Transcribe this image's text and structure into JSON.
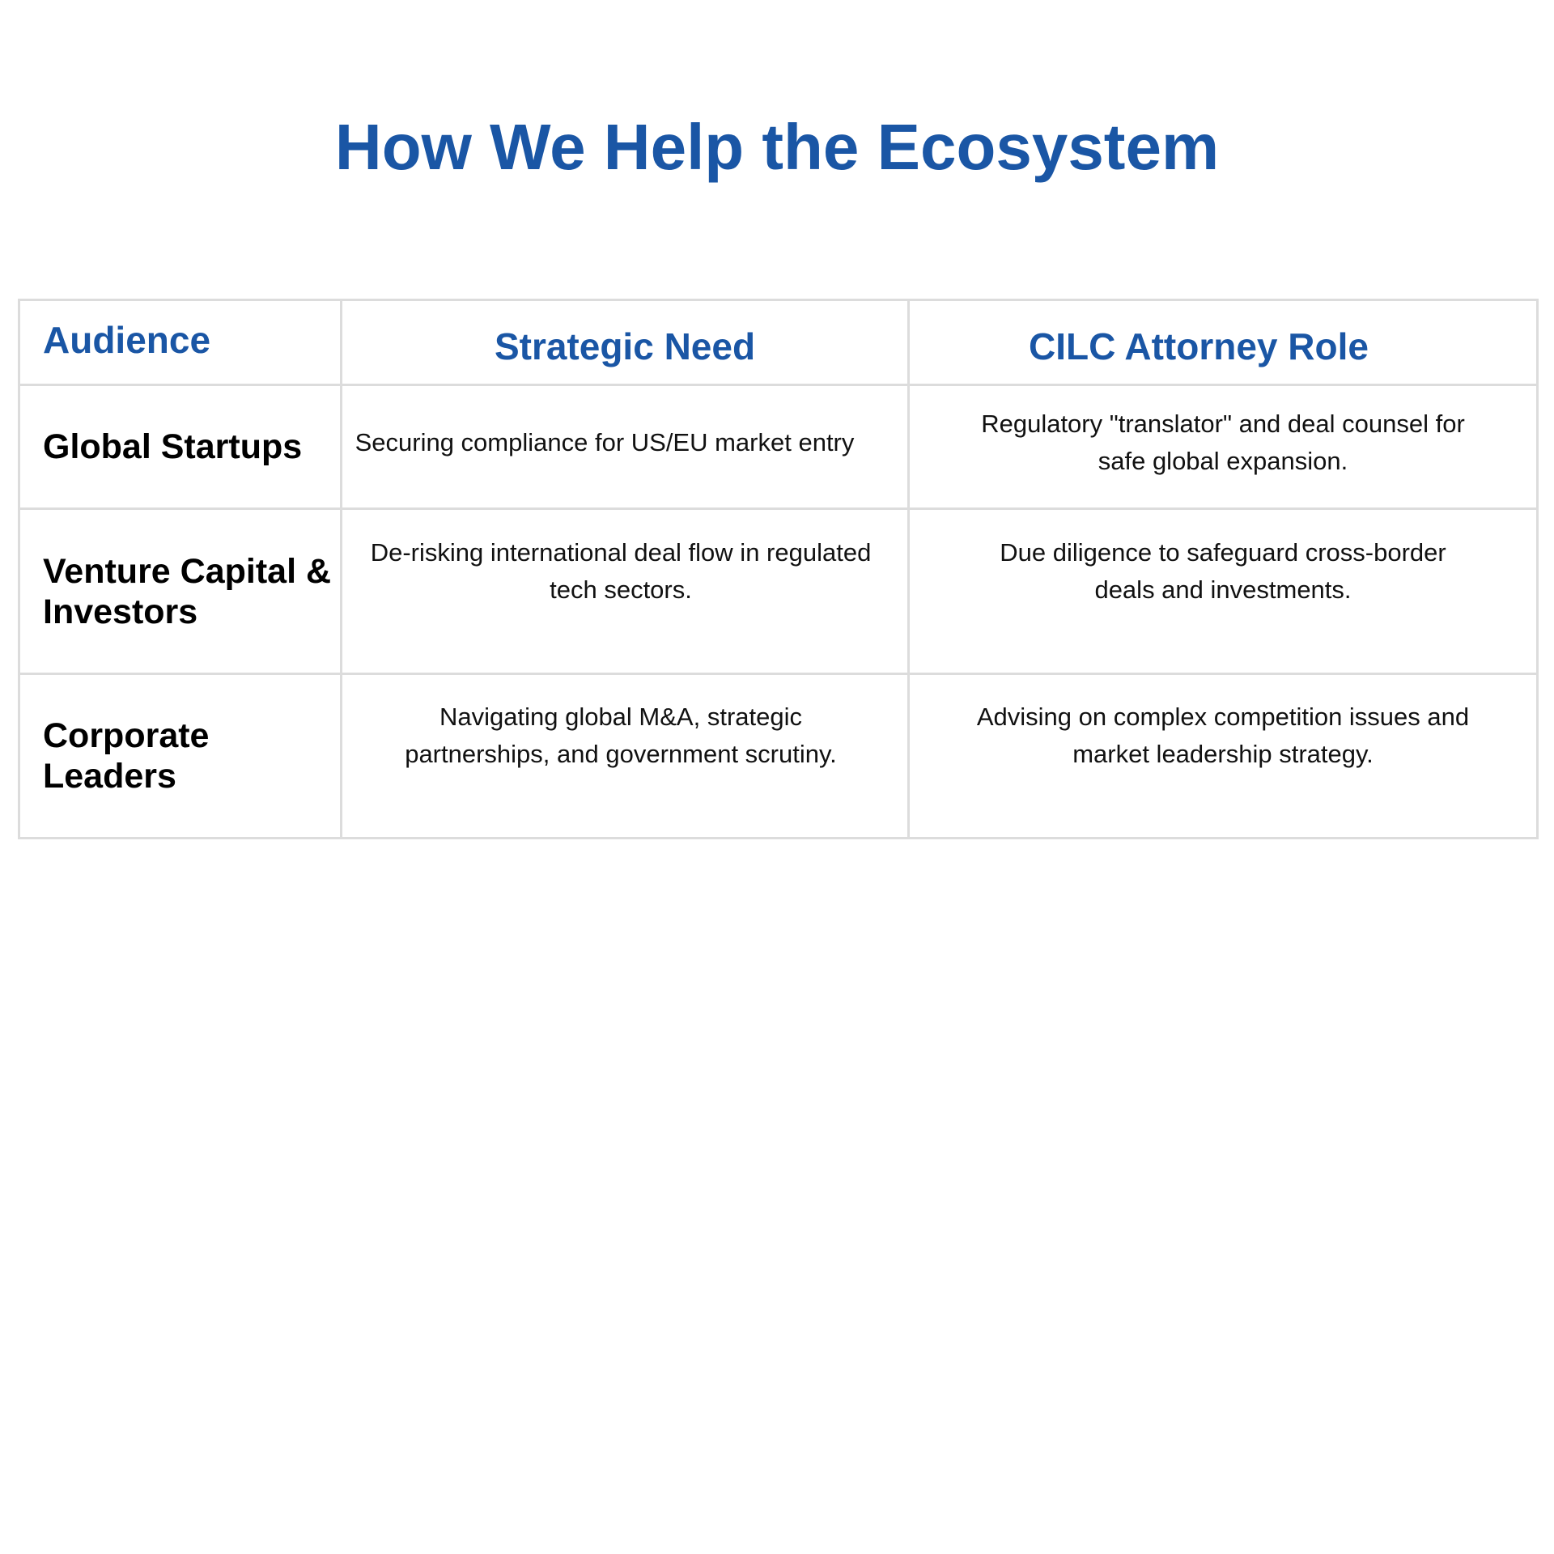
{
  "page": {
    "title": "How We Help the Ecosystem"
  },
  "colors": {
    "accent": "#1a56a5",
    "text": "#000000",
    "border": "#dcdcdc",
    "background": "#ffffff"
  },
  "table": {
    "headers": [
      "Audience",
      "Strategic Need",
      "CILC Attorney Role"
    ],
    "rows": [
      {
        "audience": "Global Startups",
        "need": "Securing compliance for US/EU market entry",
        "role": "Regulatory \"translator\" and deal counsel for safe global expansion."
      },
      {
        "audience": "Venture Capital & Investors",
        "need": "De-risking international deal flow in regulated tech sectors.",
        "role": "Due diligence to safeguard cross-border deals and investments."
      },
      {
        "audience": "Corporate Leaders",
        "need": "Navigating global M&A, strategic partnerships, and government scrutiny.",
        "role": "Advising on complex competition issues and market leadership strategy."
      }
    ]
  }
}
